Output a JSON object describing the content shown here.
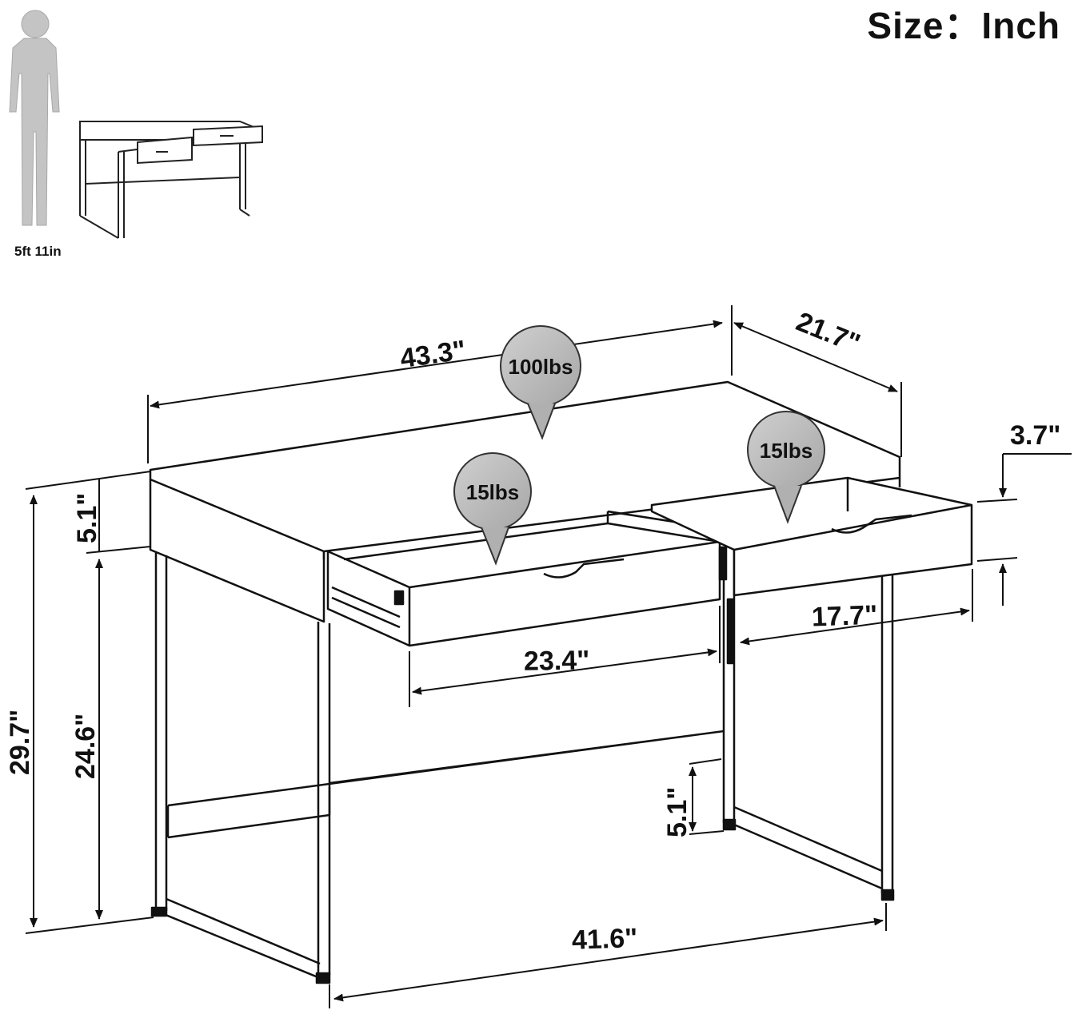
{
  "header": {
    "size_label": "Size：Inch"
  },
  "reference": {
    "person_height": "5ft 11in"
  },
  "dimensions": {
    "top_width": "43.3\"",
    "top_depth": "21.7\"",
    "drawer_front_height": "3.7\"",
    "apron_height": "5.1\"",
    "total_height": "29.7\"",
    "leg_height": "24.6\"",
    "left_drawer_width": "23.4\"",
    "right_drawer_width": "17.7\"",
    "bottom_bar_height": "5.1\"",
    "leg_span_width": "41.6\""
  },
  "load_ratings": {
    "top": "100lbs",
    "left_drawer": "15lbs",
    "right_drawer": "15lbs"
  },
  "colors": {
    "ink": "#111111",
    "badge_fill": "#b8b8b8",
    "person_fill": "#c4c4c4"
  }
}
